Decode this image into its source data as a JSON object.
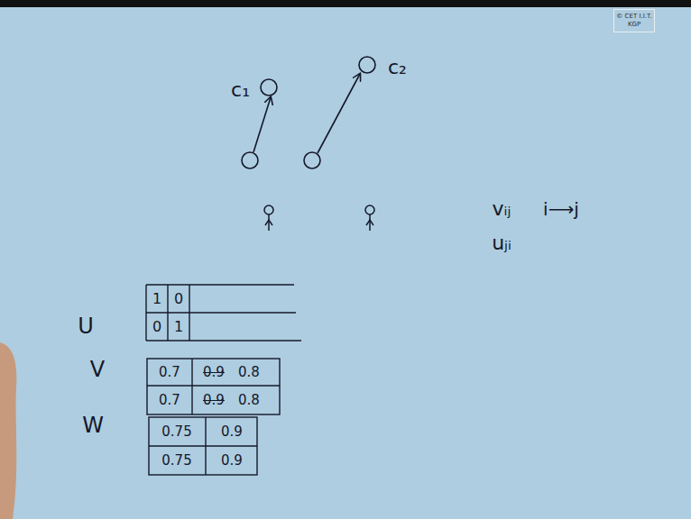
{
  "diagram": {
    "nodes": [
      {
        "text": [
          "© CET I.I.T. KGP"
        ]
      },
      {
        "text": [
          "c₁"
        ]
      },
      {
        "text": [
          "c₂"
        ]
      }
    ],
    "labels": [
      "vᵢⱼ",
      "i⟶j",
      "uⱼᵢ",
      "U",
      "1",
      "0",
      "0",
      "1",
      "V",
      "0.7",
      "0.9",
      "0.8",
      "0.7",
      "0.9",
      "0.8",
      "W",
      "0.75",
      "0.9",
      "0.75",
      "0.9"
    ]
  }
}
